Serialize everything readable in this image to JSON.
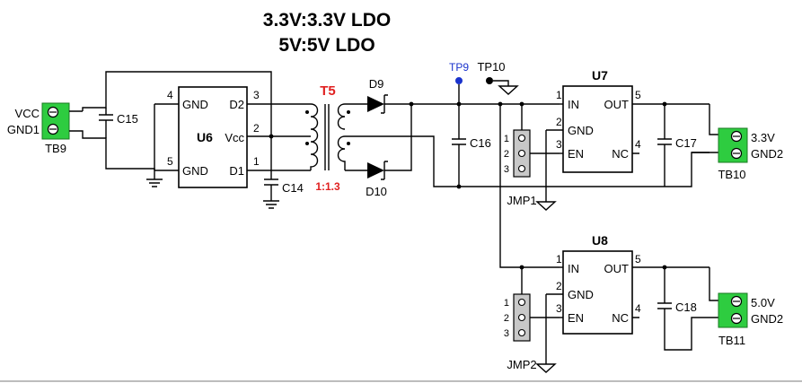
{
  "title": {
    "line1": "3.3V:3.3V LDO",
    "line2": "5V:5V LDO"
  },
  "colors": {
    "terminal": "#2ecc40",
    "red_label": "#e02020",
    "tp9": "#1a33cc"
  },
  "tb9": {
    "ref": "TB9",
    "pin1": "VCC",
    "pin2": "GND1"
  },
  "c15": "C15",
  "u6": {
    "ref": "U6",
    "gnd_top": "GND",
    "gnd_bot": "GND",
    "d2": "D2",
    "d1": "D1",
    "vcc": "Vcc",
    "p4": "4",
    "p5": "5",
    "p3": "3",
    "p2": "2",
    "p1": "1"
  },
  "c14": "C14",
  "t5": {
    "ref": "T5",
    "ratio": "1:1.3"
  },
  "d9": "D9",
  "d10": "D10",
  "tp9": "TP9",
  "tp10": "TP10",
  "c16": "C16",
  "jmp1": {
    "ref": "JMP1",
    "p1": "1",
    "p2": "2",
    "p3": "3"
  },
  "jmp2": {
    "ref": "JMP2",
    "p1": "1",
    "p2": "2",
    "p3": "3"
  },
  "u7": {
    "ref": "U7",
    "in": "IN",
    "out": "OUT",
    "gnd": "GND",
    "en": "EN",
    "nc": "NC",
    "p1": "1",
    "p2": "2",
    "p3": "3",
    "p4": "4",
    "p5": "5"
  },
  "u8": {
    "ref": "U8",
    "in": "IN",
    "out": "OUT",
    "gnd": "GND",
    "en": "EN",
    "nc": "NC",
    "p1": "1",
    "p2": "2",
    "p3": "3",
    "p4": "4",
    "p5": "5"
  },
  "c17": "C17",
  "c18": "C18",
  "tb10": {
    "ref": "TB10",
    "pin1": "3.3V",
    "pin2": "GND2"
  },
  "tb11": {
    "ref": "TB11",
    "pin1": "5.0V",
    "pin2": "GND2"
  }
}
